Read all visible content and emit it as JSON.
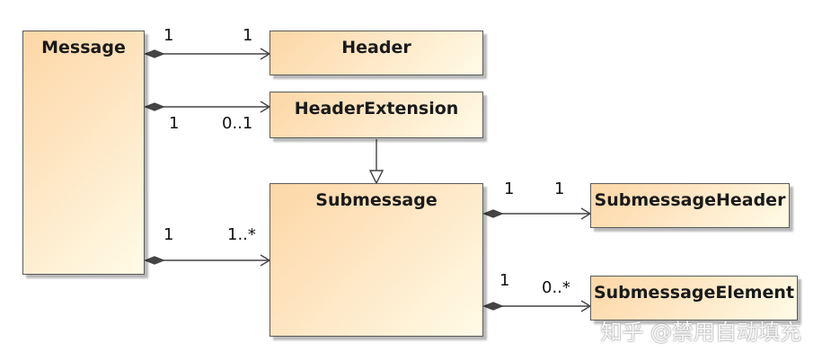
{
  "diagram": {
    "classes": {
      "message": "Message",
      "header": "Header",
      "header_extension": "HeaderExtension",
      "submessage": "Submessage",
      "submessage_header": "SubmessageHeader",
      "submessage_element": "SubmessageElement"
    },
    "associations": {
      "message_header": {
        "source": "1",
        "target": "1"
      },
      "message_header_extension": {
        "source": "1",
        "target": "0..1"
      },
      "message_submessage": {
        "source": "1",
        "target": "1..*"
      },
      "submessage_submessage_header": {
        "source": "1",
        "target": "1"
      },
      "submessage_submessage_element": {
        "source": "1",
        "target": "0..*"
      }
    },
    "watermark": "知乎 @禁用自动填充"
  }
}
